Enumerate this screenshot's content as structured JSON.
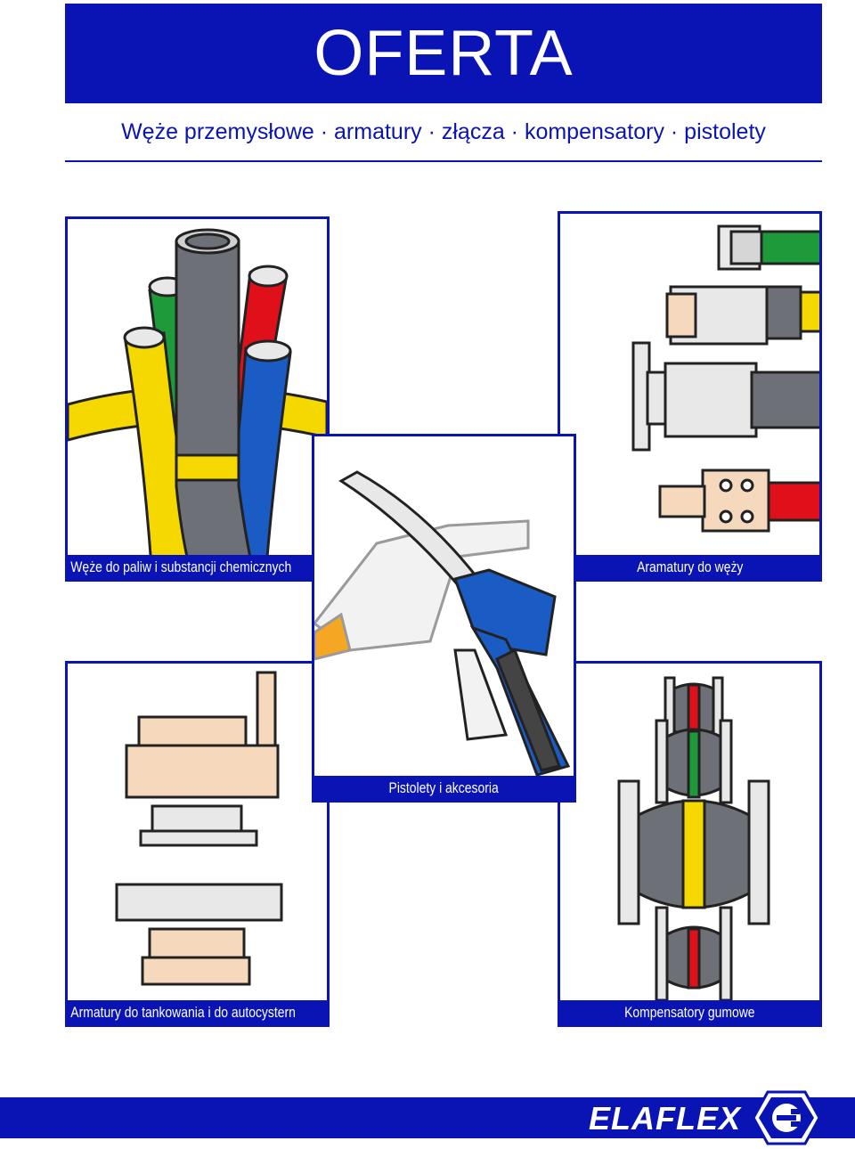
{
  "header": {
    "title": "OFERTA"
  },
  "subtitle": "Węże przemysłowe · armatury · złącza · kompensatory · pistolety",
  "panels": {
    "hoses": {
      "caption": "Węże do paliw i substancji chemicznych"
    },
    "fittings": {
      "caption": "Aramatury do węży"
    },
    "nozzles": {
      "caption": "Pistolety i akcesoria"
    },
    "tanker": {
      "caption": "Armatury do tankowania i do autocystern"
    },
    "compensators": {
      "caption": "Kompensatory gumowe"
    }
  },
  "footer": {
    "brand": "ELAFLEX",
    "logo_icon": "elaflex-e-diamond-logo"
  },
  "colors": {
    "brand_blue": "#0a14b4",
    "hose_gray": "#6d7177",
    "hose_yellow": "#f5d800",
    "hose_red": "#e0101a",
    "hose_green": "#1f9a3a",
    "hose_blue": "#1a5bc4",
    "fitting_beige": "#f6d9bd"
  }
}
